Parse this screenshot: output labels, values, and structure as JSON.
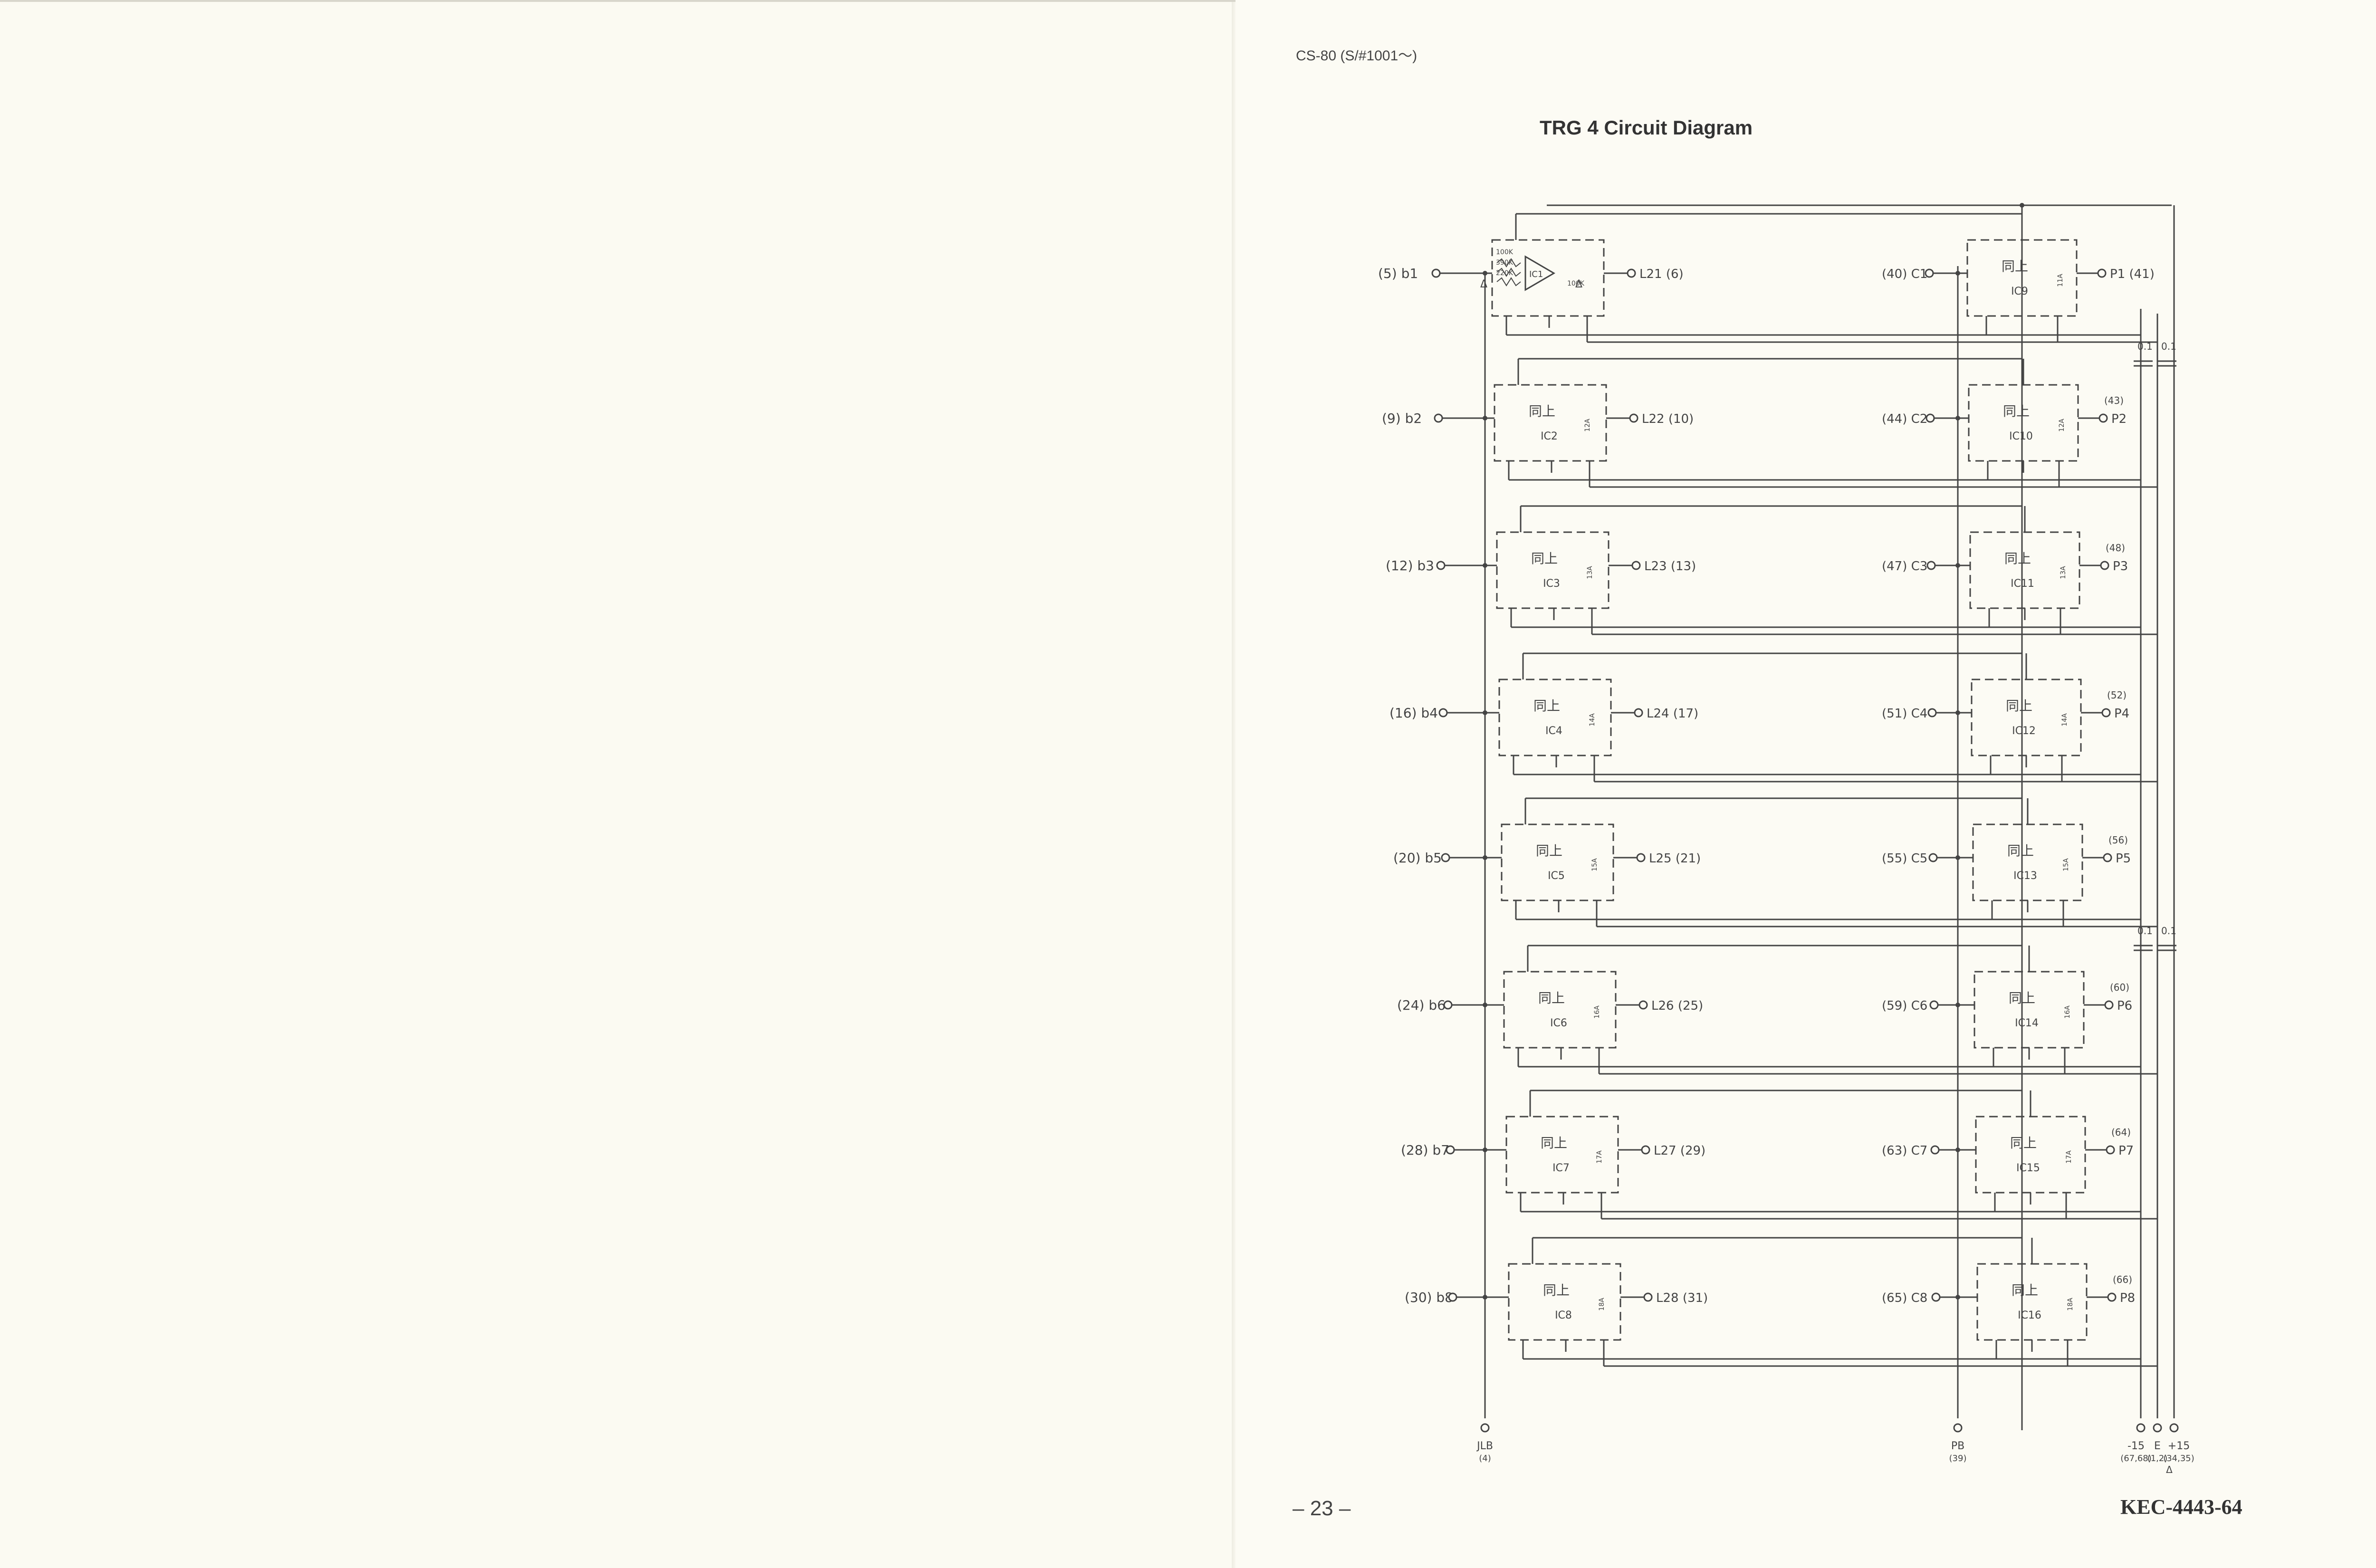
{
  "header": "CS-80 (S/#1001～)",
  "title": "TRG 4 Circuit Diagram",
  "page_number": "– 23 –",
  "doc_code": "KEC-4443-64",
  "ic1_detail": {
    "resistors": [
      "100K",
      "390K",
      "220K",
      "100K"
    ],
    "symbols": [
      "Δ",
      "Δ"
    ]
  },
  "left_rows": [
    {
      "input": "(5) b1",
      "output": "L21 (6)",
      "ic": "IC1",
      "body": "",
      "pin": ""
    },
    {
      "input": "(9) b2",
      "output": "L22 (10)",
      "ic": "IC2",
      "body": "同上",
      "pin": "12A"
    },
    {
      "input": "(12) b3",
      "output": "L23 (13)",
      "ic": "IC3",
      "body": "同上",
      "pin": "13A"
    },
    {
      "input": "(16) b4",
      "output": "L24 (17)",
      "ic": "IC4",
      "body": "同上",
      "pin": "14A"
    },
    {
      "input": "(20) b5",
      "output": "L25 (21)",
      "ic": "IC5",
      "body": "同上",
      "pin": "15A"
    },
    {
      "input": "(24) b6",
      "output": "L26 (25)",
      "ic": "IC6",
      "body": "同上",
      "pin": "16A"
    },
    {
      "input": "(28) b7",
      "output": "L27 (29)",
      "ic": "IC7",
      "body": "同上",
      "pin": "17A"
    },
    {
      "input": "(30) b8",
      "output": "L28 (31)",
      "ic": "IC8",
      "body": "同上",
      "pin": "18A"
    }
  ],
  "right_rows": [
    {
      "input": "(40) C1",
      "output": "P1 (41)",
      "ic": "IC9",
      "body": "同上",
      "pin": "11A"
    },
    {
      "input": "(44) C2",
      "output": "P2",
      "output_num": "(43)",
      "ic": "IC10",
      "body": "同上",
      "pin": "12A"
    },
    {
      "input": "(47) C3",
      "output": "P3",
      "output_num": "(48)",
      "ic": "IC11",
      "body": "同上",
      "pin": "13A"
    },
    {
      "input": "(51) C4",
      "output": "P4",
      "output_num": "(52)",
      "ic": "IC12",
      "body": "同上",
      "pin": "14A"
    },
    {
      "input": "(55) C5",
      "output": "P5",
      "output_num": "(56)",
      "ic": "IC13",
      "body": "同上",
      "pin": "15A"
    },
    {
      "input": "(59) C6",
      "output": "P6",
      "output_num": "(60)",
      "ic": "IC14",
      "body": "同上",
      "pin": "16A"
    },
    {
      "input": "(63) C7",
      "output": "P7",
      "output_num": "(64)",
      "ic": "IC15",
      "body": "同上",
      "pin": "17A"
    },
    {
      "input": "(65) C8",
      "output": "P8",
      "output_num": "(66)",
      "ic": "IC16",
      "body": "同上",
      "pin": "18A"
    }
  ],
  "capacitors": {
    "top": [
      "0.1",
      "0.1"
    ],
    "bottom": [
      "0.1",
      "0.1"
    ]
  },
  "bottom_terminals": [
    {
      "label": "JLB",
      "num": "(4)"
    },
    {
      "label": "PB",
      "num": "(39)"
    },
    {
      "label": "-15",
      "num": "(67,68)"
    },
    {
      "label": "E",
      "num": "(1,2)"
    },
    {
      "label": "+15",
      "num": "(34,35)"
    }
  ],
  "ground_symbol": "Δ"
}
